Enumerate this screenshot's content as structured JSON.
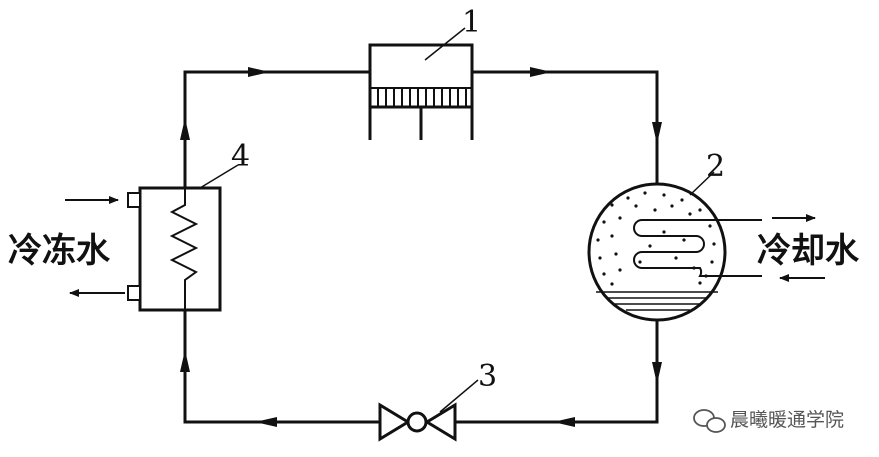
{
  "labels": {
    "component_1": "1",
    "component_2": "2",
    "component_3": "3",
    "component_4": "4"
  },
  "text": {
    "chilled_water": "冷冻水",
    "cooling_water": "冷却水",
    "watermark": "晨曦暖通学院"
  },
  "colors": {
    "line": "#111111",
    "watermark": "#555555"
  },
  "icons": {
    "watermark_icon": "wechat-icon"
  }
}
